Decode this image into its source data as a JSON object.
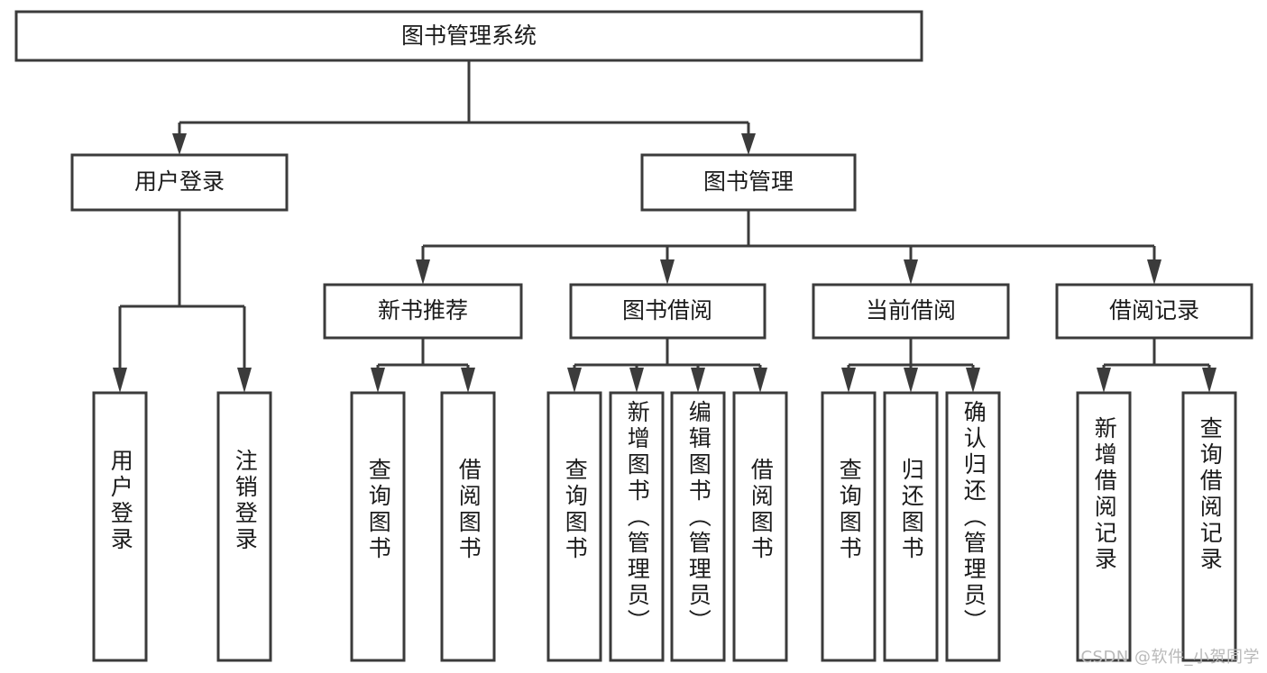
{
  "diagram": {
    "title": "图书管理系统",
    "type": "tree-hierarchy-chart",
    "background_color": "#ffffff",
    "stroke_color": "#3b3b3b",
    "text_color": "#1b1b1b",
    "root": {
      "label": "图书管理系统"
    },
    "level1": [
      {
        "label": "用户登录"
      },
      {
        "label": "图书管理"
      }
    ],
    "level2": [
      {
        "label": "新书推荐"
      },
      {
        "label": "图书借阅"
      },
      {
        "label": "当前借阅"
      },
      {
        "label": "借阅记录"
      }
    ],
    "leaves": {
      "user_login": [
        {
          "label": "用户登录"
        },
        {
          "label": "注销登录"
        }
      ],
      "new_book_recommend": [
        {
          "label": "查询图书"
        },
        {
          "label": "借阅图书"
        }
      ],
      "book_borrow": [
        {
          "label": "查询图书"
        },
        {
          "label": "新增图书（管理员）"
        },
        {
          "label": "编辑图书（管理员）"
        },
        {
          "label": "借阅图书"
        }
      ],
      "current_borrow": [
        {
          "label": "查询图书"
        },
        {
          "label": "归还图书"
        },
        {
          "label": "确认归还（管理员）"
        }
      ],
      "borrow_record": [
        {
          "label": "新增借阅记录"
        },
        {
          "label": "查询借阅记录"
        }
      ]
    }
  },
  "watermark": {
    "text": "CSDN @软件_小贺同学"
  }
}
